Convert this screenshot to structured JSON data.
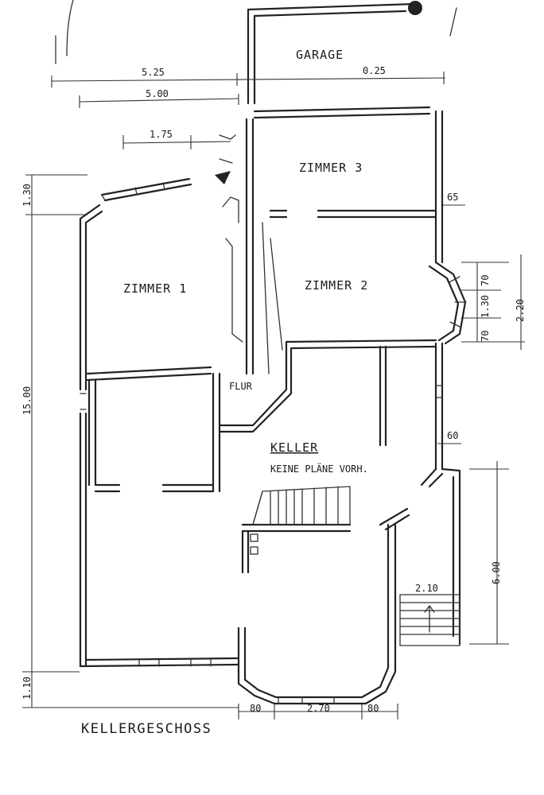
{
  "labels": {
    "garage": "GARAGE",
    "zimmer3": "ZIMMER 3",
    "zimmer1": "ZIMMER 1",
    "zimmer2": "ZIMMER 2",
    "flur": "FLUR",
    "keller": "KELLER",
    "keller_note": "KEINE PLÄNE VORH.",
    "floor_title": "KELLERGESCHOSS"
  },
  "dimensions": {
    "top_left": "5.25",
    "top_right": "0.25",
    "top_inner": "5.00",
    "top_small": "1.75",
    "left_top": "1.30",
    "left_total": "15.00",
    "left_bottom": "1.10",
    "right_65": "65",
    "right_70a": "70",
    "right_130": "1.30",
    "right_70b": "70",
    "right_220": "2.20",
    "right_60": "60",
    "right_600": "6.00",
    "stairs_210": "2.10",
    "bottom_80a": "80",
    "bottom_270": "2.70",
    "bottom_80b": "80"
  },
  "colors": {
    "ink": "#222222",
    "paper": "#ffffff"
  }
}
